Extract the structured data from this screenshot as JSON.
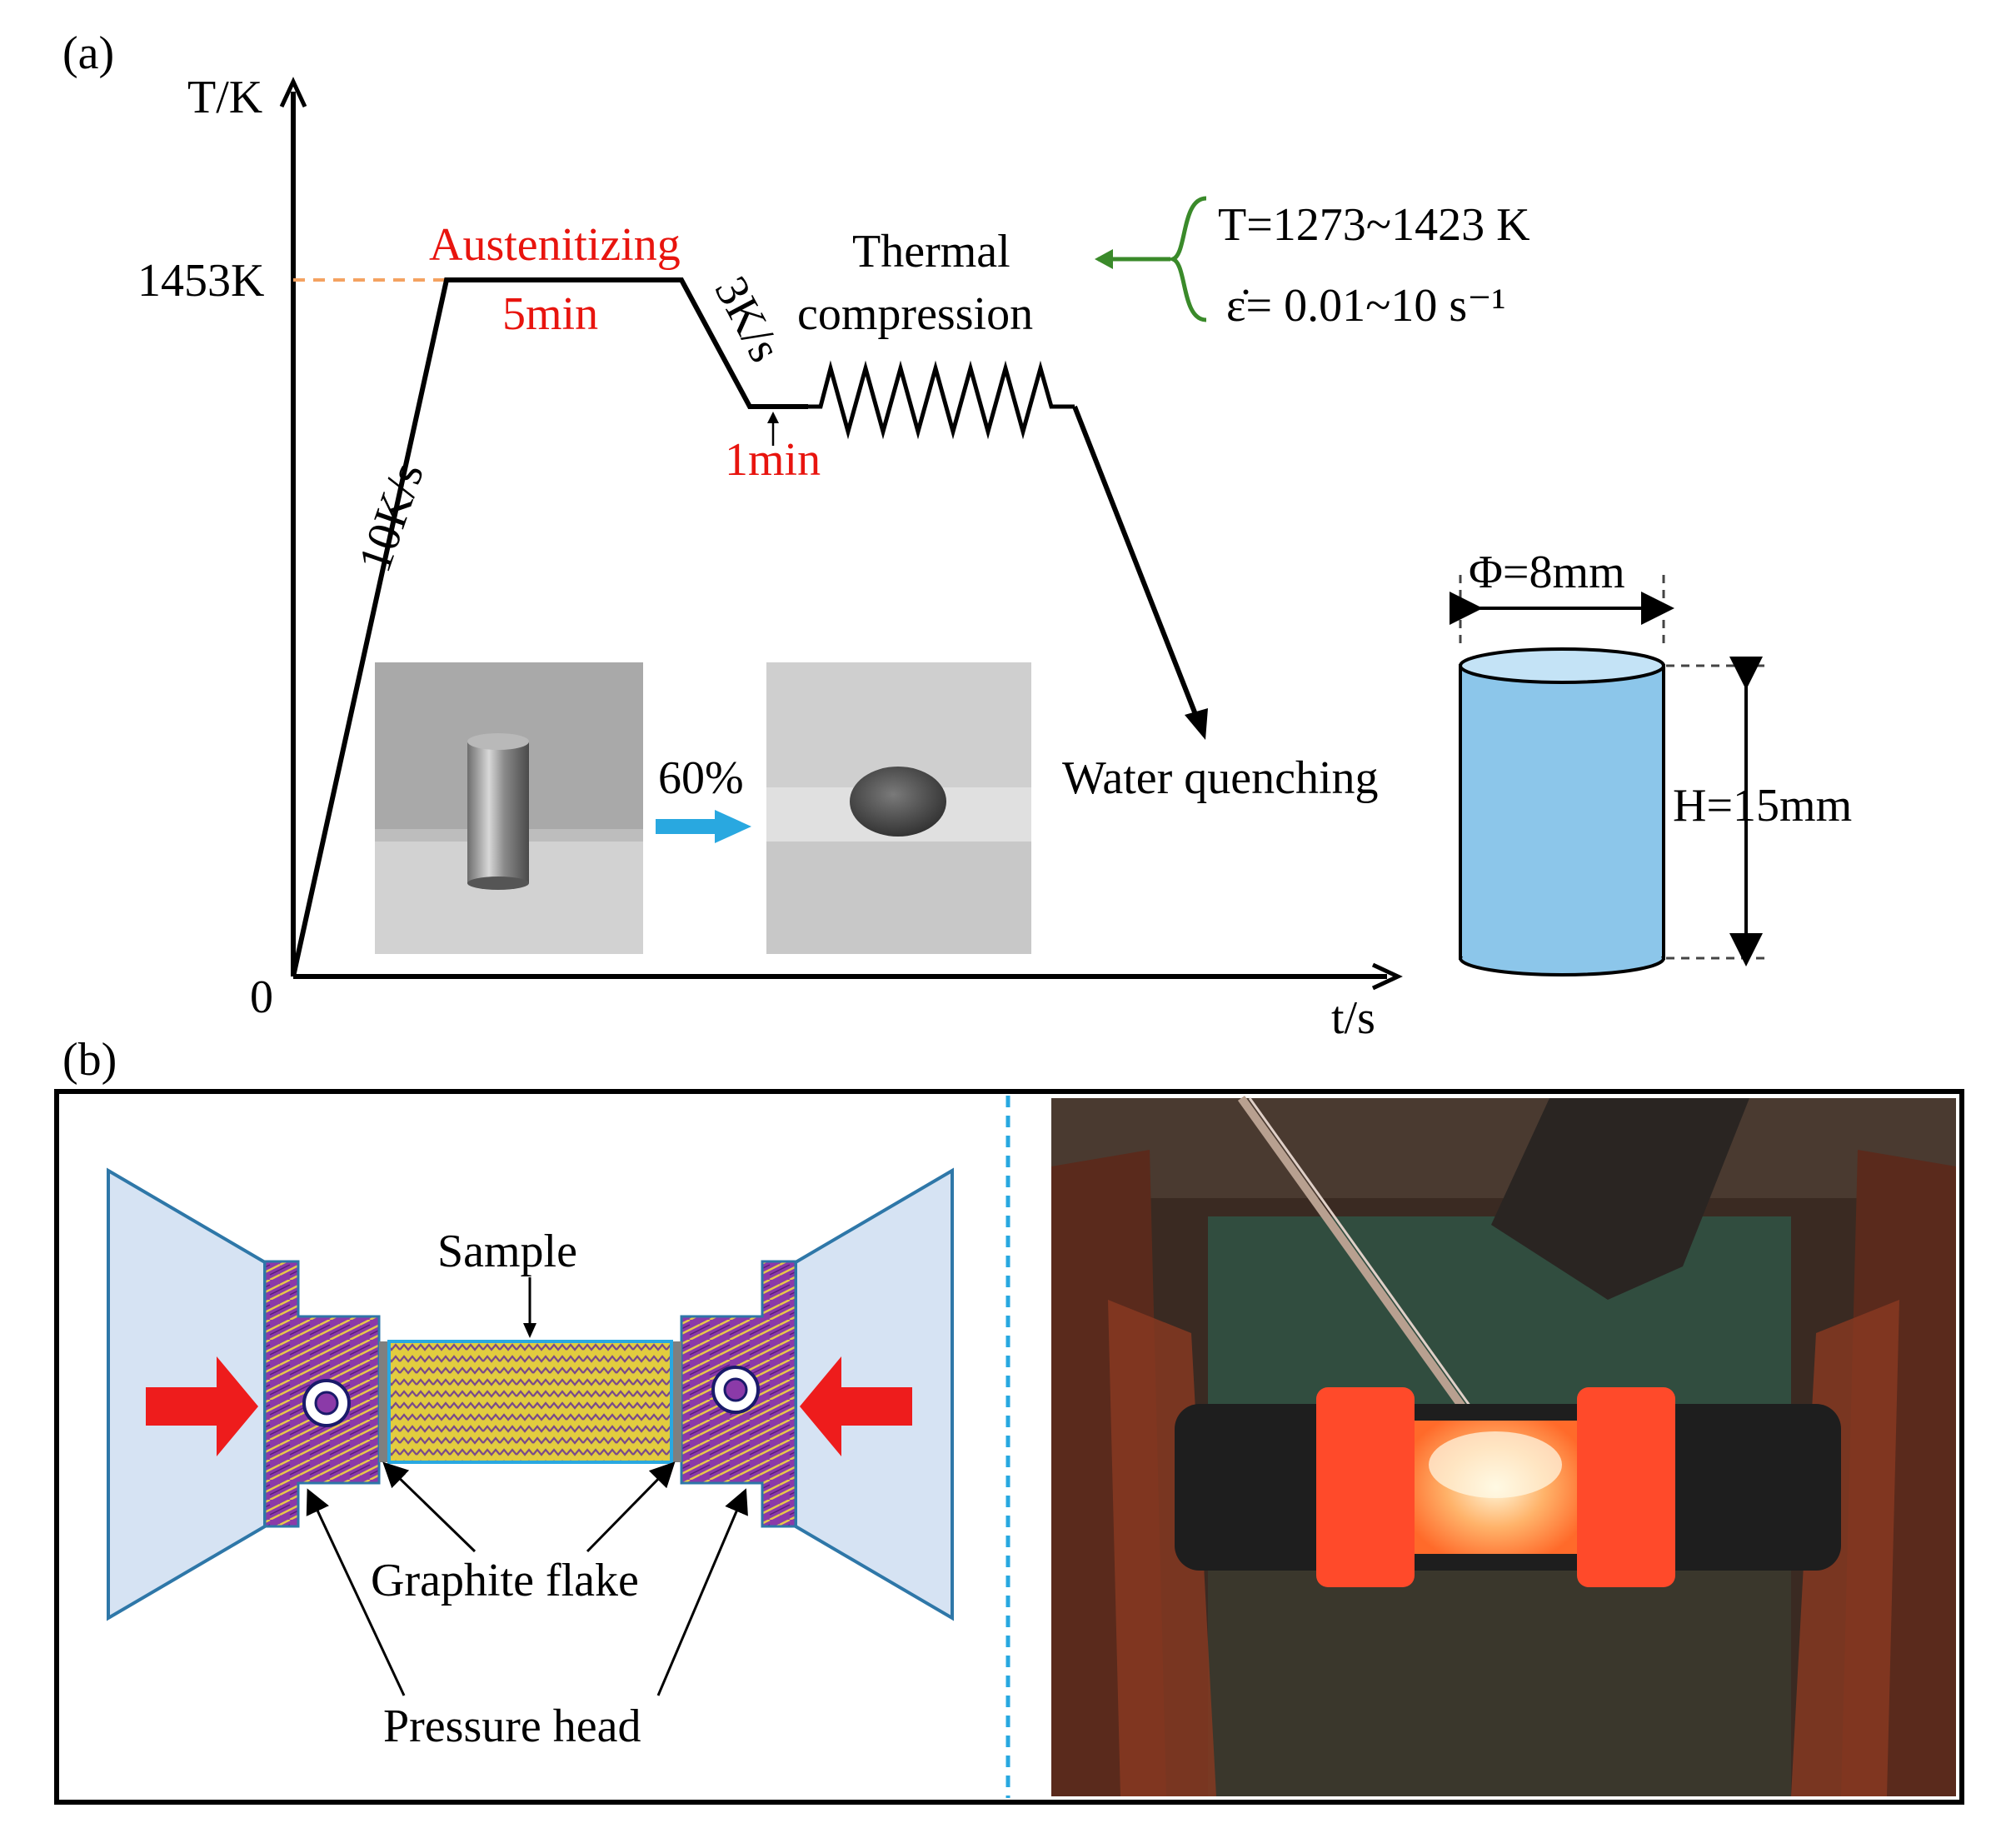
{
  "panel_a": {
    "label": "(a)",
    "axis": {
      "y_label": "T/K",
      "x_label": "t/s",
      "origin": "0",
      "temp_tick": "1453K"
    },
    "stages": {
      "heating_rate": "10K/s",
      "austenitizing": "Austenitizing",
      "austenitizing_time": "5min",
      "cooling_rate": "3K/s",
      "hold_time": "1min",
      "thermal_compression_1": "Thermal",
      "thermal_compression_2": "compression",
      "water_quenching": "Water quenching"
    },
    "conditions": {
      "temperature": "T=1273~1423 K",
      "strain_rate": "ε̇= 0.01~10 s⁻¹"
    },
    "reduction": "60%",
    "specimen": {
      "diameter": "Φ=8mm",
      "height": "H=15mm"
    }
  },
  "panel_b": {
    "label": "(b)",
    "labels": {
      "sample": "Sample",
      "graphite": "Graphite flake",
      "pressure_head": "Pressure head"
    }
  },
  "colors": {
    "red_text": "#e8140e",
    "green_brace": "#3a8a2a",
    "orange_dash": "#f4a261",
    "cyan_arrow": "#29a8e0",
    "cylinder_fill": "#8cc6ea",
    "anvil_fill": "#d6e3f3",
    "anvil_stroke": "#2e77a8",
    "head_fill": "#8b3aa8",
    "sample_fill": "#d9c53a",
    "red_arrow": "#ee1c1c",
    "divider": "#29a8e0"
  }
}
